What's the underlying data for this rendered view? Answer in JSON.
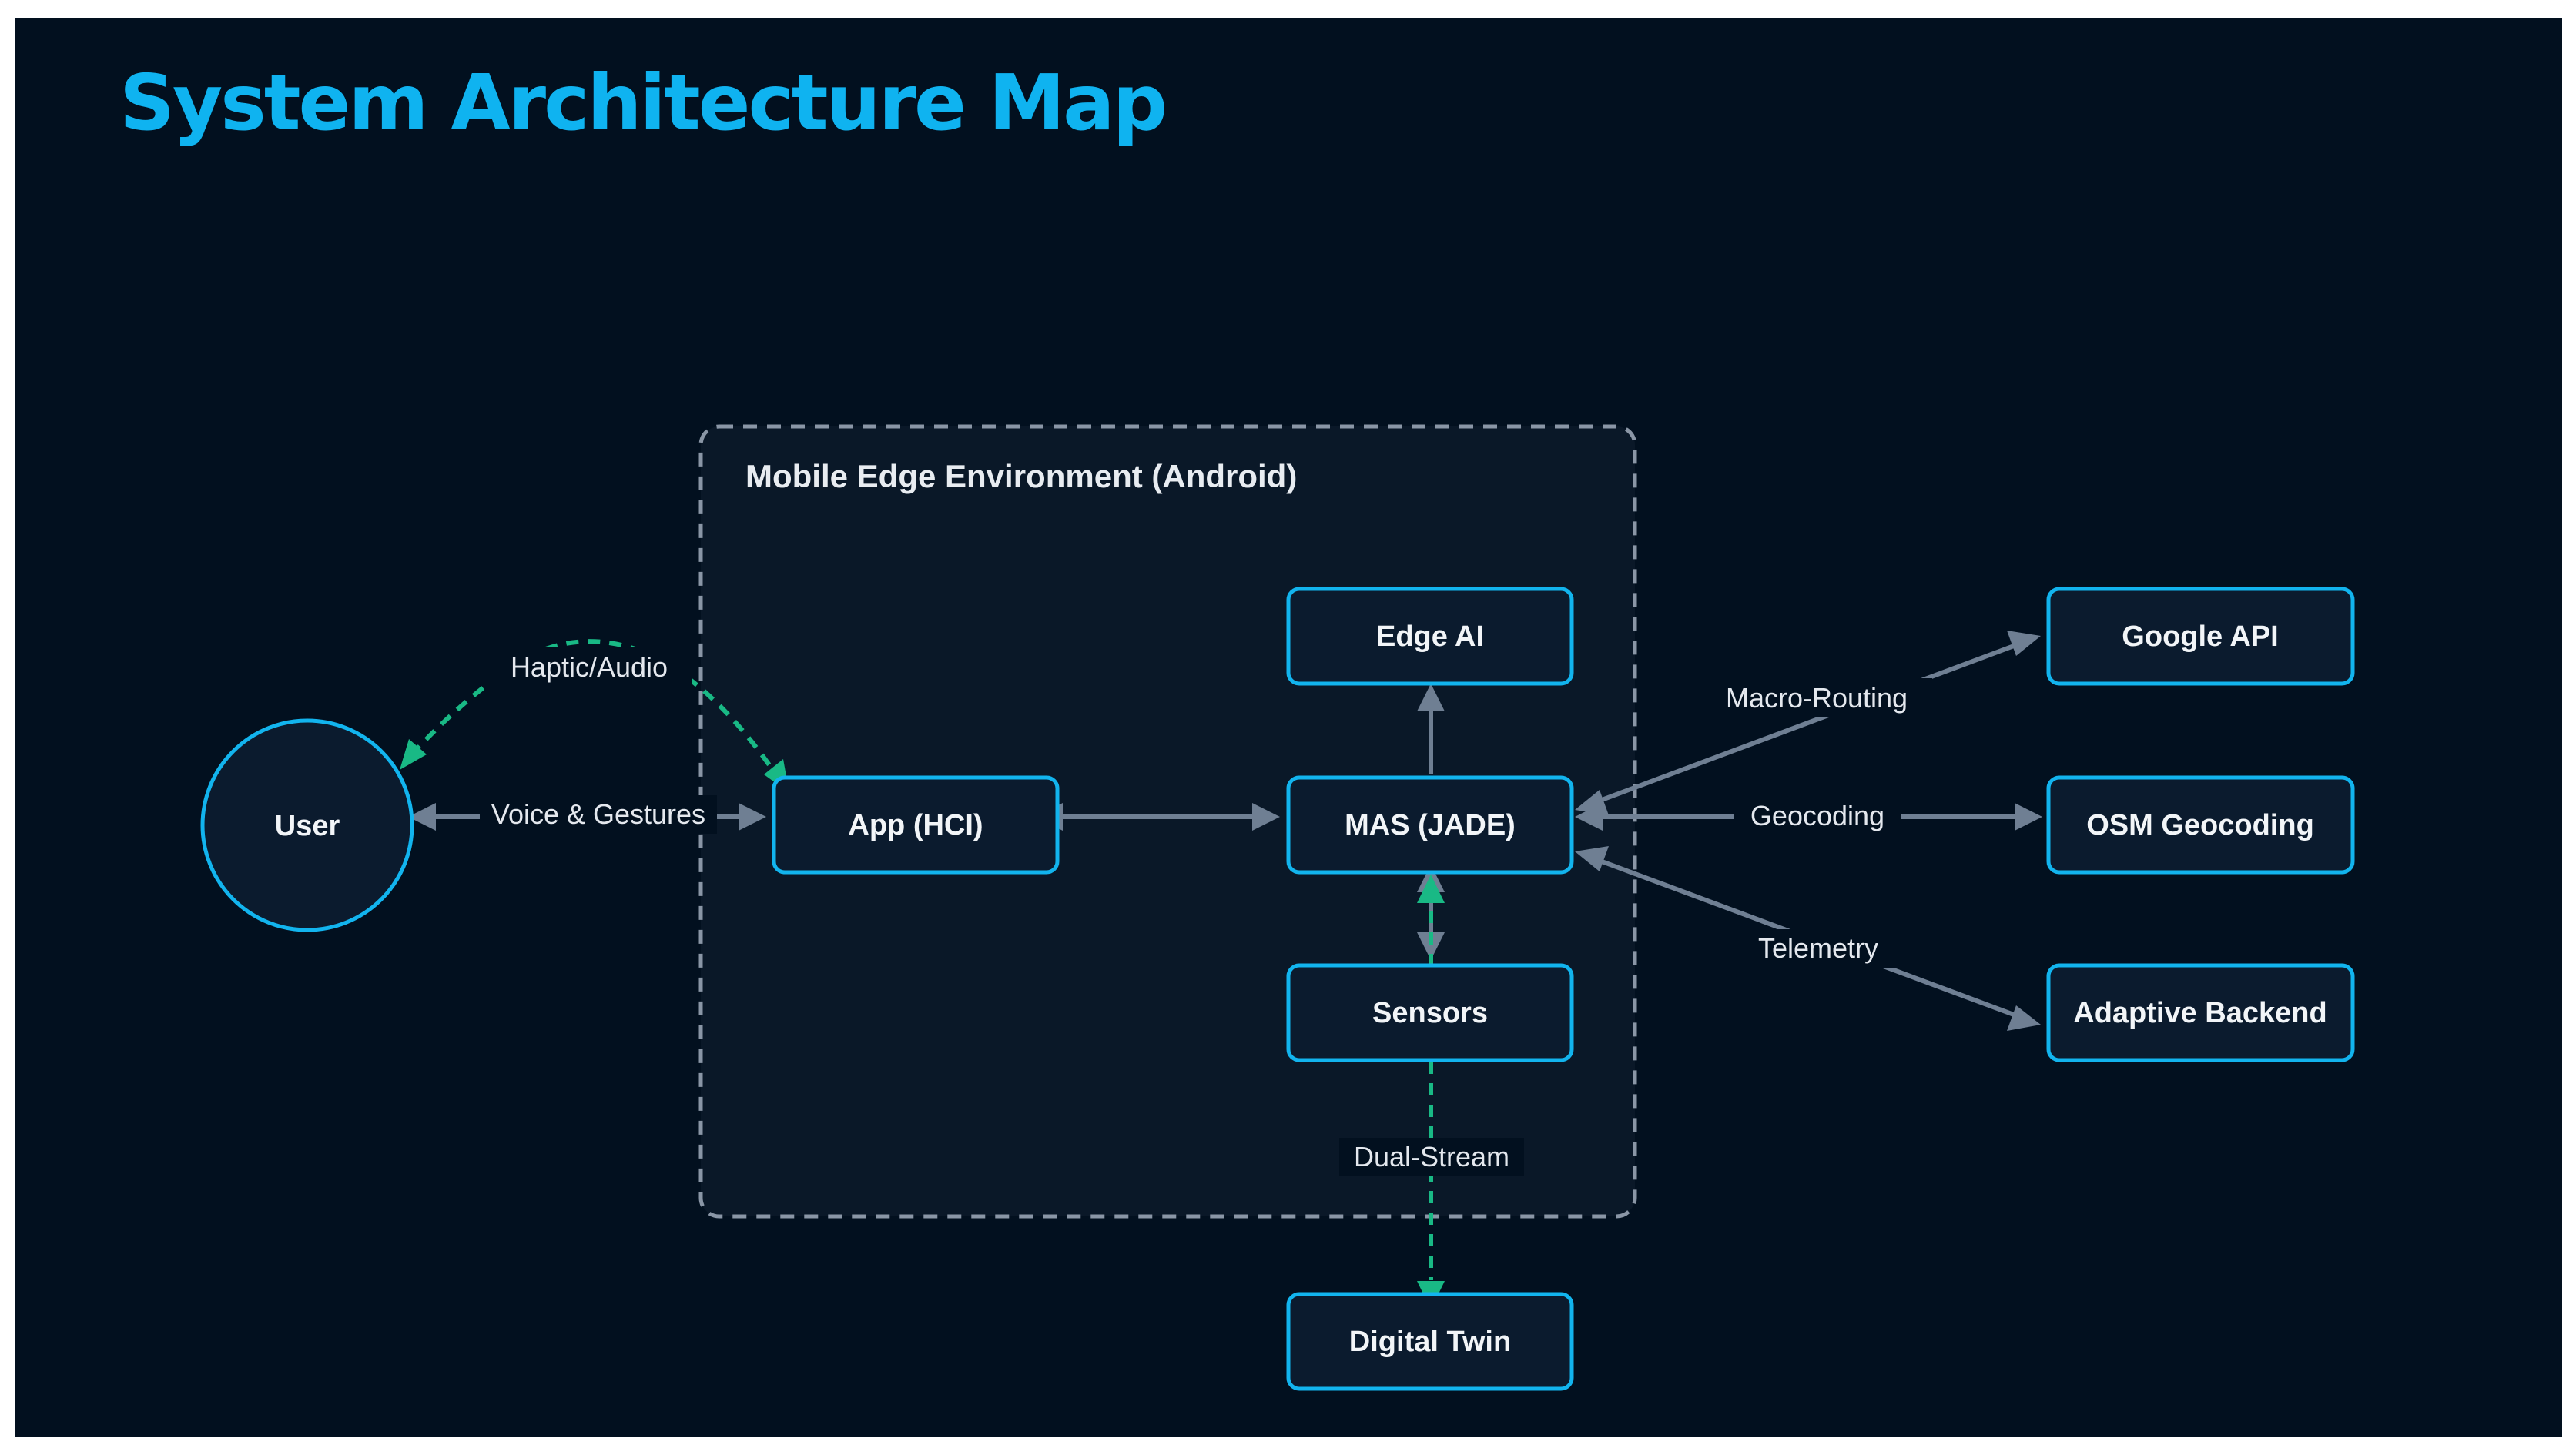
{
  "title": "System Architecture Map",
  "environment": {
    "label": "Mobile Edge Environment (Android)"
  },
  "nodes": {
    "user": "User",
    "app": "App (HCI)",
    "mas": "MAS (JADE)",
    "edge_ai": "Edge AI",
    "sensors": "Sensors",
    "digital_twin": "Digital Twin",
    "google_api": "Google API",
    "osm_geocoding": "OSM Geocoding",
    "adaptive_backend": "Adaptive Backend"
  },
  "edges": {
    "haptic_audio": "Haptic/Audio",
    "voice_gestures": "Voice & Gestures",
    "macro_routing": "Macro-Routing",
    "geocoding": "Geocoding",
    "telemetry": "Telemetry",
    "dual_stream": "Dual-Stream"
  },
  "colors": {
    "background": "#02101f",
    "title": "#0fb3f0",
    "node_border": "#12b4ee",
    "node_fill": "#0b1b2e",
    "gray_connector": "#6f7f93",
    "green_connector": "#19b985",
    "env_border": "#8a96a6"
  }
}
